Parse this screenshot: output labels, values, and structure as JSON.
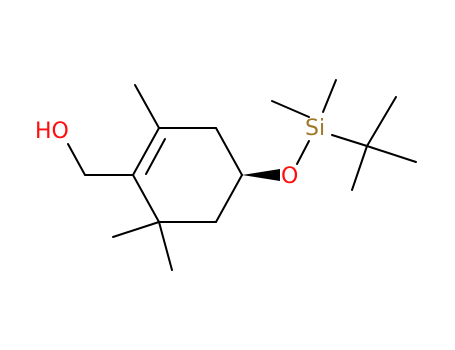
{
  "colors": {
    "background": "#ffffff",
    "bond": "#000000",
    "oxygen": "#ff0d0d",
    "silicon": "#a07828"
  },
  "atoms": {
    "hydroxyl": "HO",
    "ether_oxygen": "O",
    "silicon": "Si"
  }
}
